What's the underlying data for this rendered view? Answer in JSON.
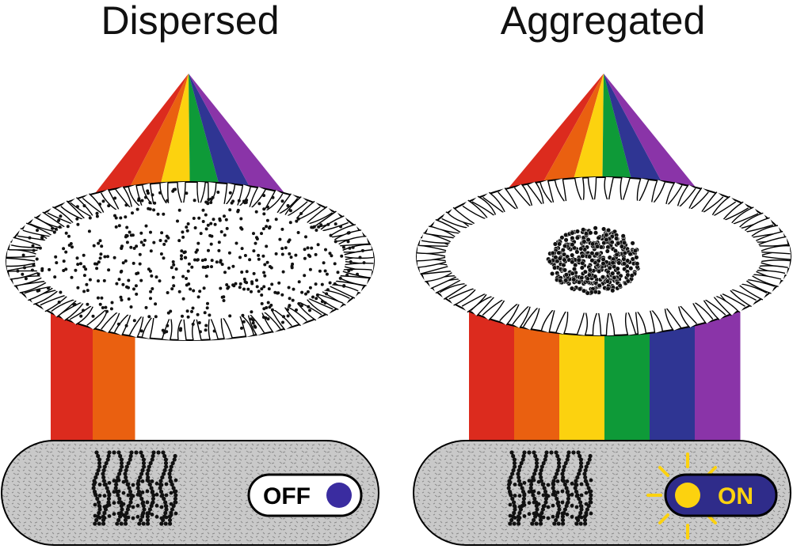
{
  "panels": {
    "left": {
      "title": "Dispersed",
      "toggle_label": "OFF"
    },
    "right": {
      "title": "Aggregated",
      "toggle_label": "ON"
    }
  },
  "colors": {
    "spectrum": [
      "#dc2b1e",
      "#ea6010",
      "#fcd20f",
      "#0e9a38",
      "#2f3593",
      "#8a34a8"
    ],
    "toggle_on_bg": "#2f2c8a",
    "toggle_on_text": "#fcd20f",
    "toggle_off_knob": "#3a2ca0",
    "glow": "#fcd20f",
    "platform": "#c8c8c8"
  },
  "icons": [
    "membrane-icon",
    "nanoparticle-icon",
    "protein-coil-icon",
    "light-glow-icon"
  ]
}
